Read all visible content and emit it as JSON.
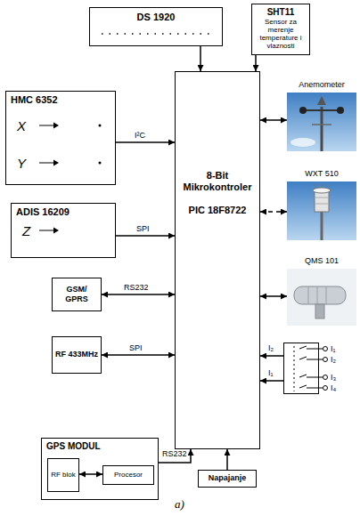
{
  "diagram": {
    "caption": "a)",
    "nodes": [
      {
        "text": [
          "DS 1920"
        ]
      },
      {
        "text": [
          "SHT11",
          "Sensor za merenje temperature i vlaznosti"
        ]
      },
      {
        "text": [
          "HMC 6352",
          "X",
          "Y"
        ]
      },
      {
        "text": [
          "8-Bit Mikrokontroler",
          "PIC 18F8722"
        ]
      },
      {
        "text": [
          "Anemometer"
        ]
      },
      {
        "text": [
          "ADIS 16209",
          "Z"
        ]
      },
      {
        "text": [
          "WXT 510"
        ]
      },
      {
        "text": [
          "GSM/ GPRS"
        ]
      },
      {
        "text": [
          "QMS 101"
        ]
      },
      {
        "text": [
          "RF 433MHz"
        ]
      },
      {
        "text": [
          "I₁",
          "I₂",
          "I₃",
          "I₄"
        ]
      },
      {
        "text": [
          "GPS MODUL"
        ]
      },
      {
        "text": [
          "RF blok"
        ],
        "in": 11
      },
      {
        "text": [
          "Procesor"
        ],
        "in": 11
      },
      {
        "text": [
          "Napajanje"
        ]
      }
    ],
    "edges": [
      {
        "from": 0,
        "to": 3,
        "arrow": "to"
      },
      {
        "from": 1,
        "to": 3,
        "arrow": "to"
      },
      {
        "from": 2,
        "to": 3,
        "label": "I²C",
        "arrow": "to"
      },
      {
        "from": 3,
        "to": 4,
        "arrow": "both"
      },
      {
        "from": 5,
        "to": 3,
        "label": "SPI",
        "arrow": "to"
      },
      {
        "from": 3,
        "to": 6,
        "arrow": "both"
      },
      {
        "from": 7,
        "to": 3,
        "label": "RS232",
        "arrow": "both"
      },
      {
        "from": 3,
        "to": 8,
        "arrow": "both"
      },
      {
        "from": 9,
        "to": 3,
        "label": "SPI",
        "arrow": "both"
      },
      {
        "from": 10,
        "to": 3,
        "label": "I₂",
        "arrow": "to"
      },
      {
        "from": 10,
        "to": 3,
        "label": "I₁",
        "arrow": "to"
      },
      {
        "from": 12,
        "to": 13,
        "arrow": "both"
      },
      {
        "from": 11,
        "to": 3,
        "label": "RS232",
        "arrow": "to"
      },
      {
        "from": 14,
        "to": 3,
        "arrow": "to"
      }
    ]
  }
}
